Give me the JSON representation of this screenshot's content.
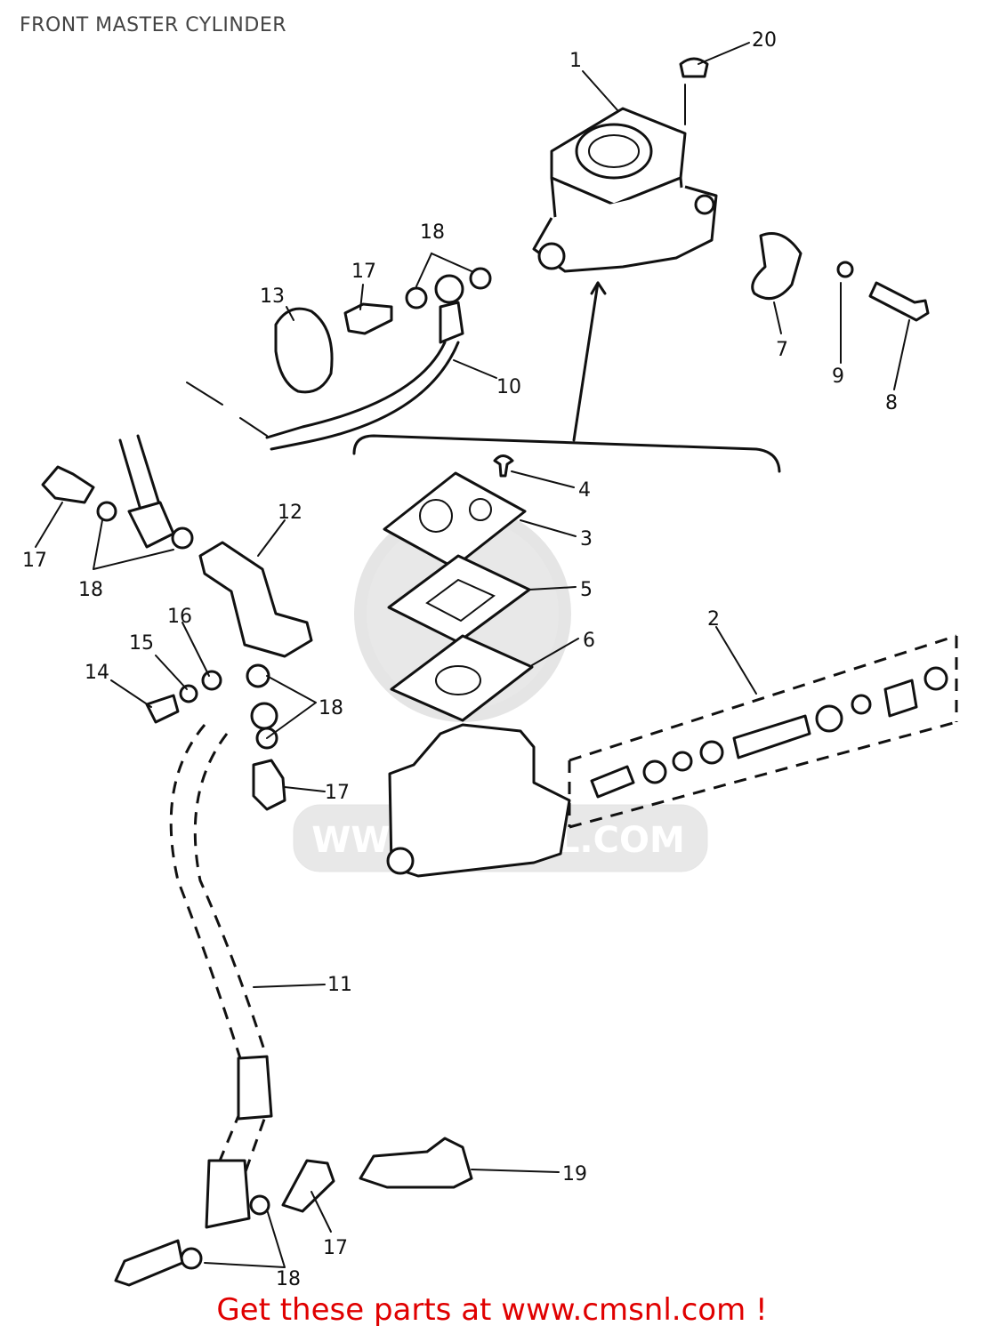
{
  "page": {
    "title": "FRONT MASTER CYLINDER",
    "footer_link": "Get these parts at www.cmsnl.com !",
    "colors": {
      "footer": "#e00000",
      "title": "#444444",
      "lines": "#111111"
    }
  },
  "watermark": {
    "text": "WWW.CMSNL.COM"
  },
  "callouts": {
    "c1": "1",
    "c2": "2",
    "c3": "3",
    "c4": "4",
    "c5": "5",
    "c6": "6",
    "c7": "7",
    "c8": "8",
    "c9": "9",
    "c10": "10",
    "c11": "11",
    "c12": "12",
    "c13": "13",
    "c14": "14",
    "c15": "15",
    "c16": "16",
    "c17": "17",
    "c18": "18",
    "c19": "19",
    "c20": "20"
  }
}
